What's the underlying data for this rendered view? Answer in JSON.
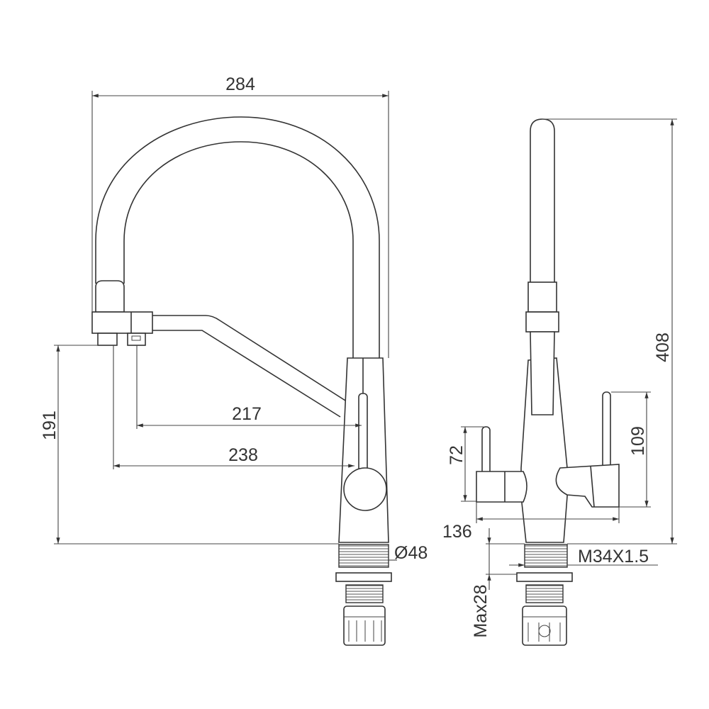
{
  "title": "Faucet dimension drawing",
  "front_view": {
    "overall_width": "284",
    "height_to_spout_outlet": "191",
    "reach_inner_outlet": "217",
    "reach_outer_outlet": "238",
    "base_diameter": "Ø48"
  },
  "side_view": {
    "overall_height": "408",
    "right_handle_height": "109",
    "left_handle_height": "72",
    "handle_span": "136",
    "thread": "M34X1.5",
    "max_counter_thickness": "Max28"
  }
}
